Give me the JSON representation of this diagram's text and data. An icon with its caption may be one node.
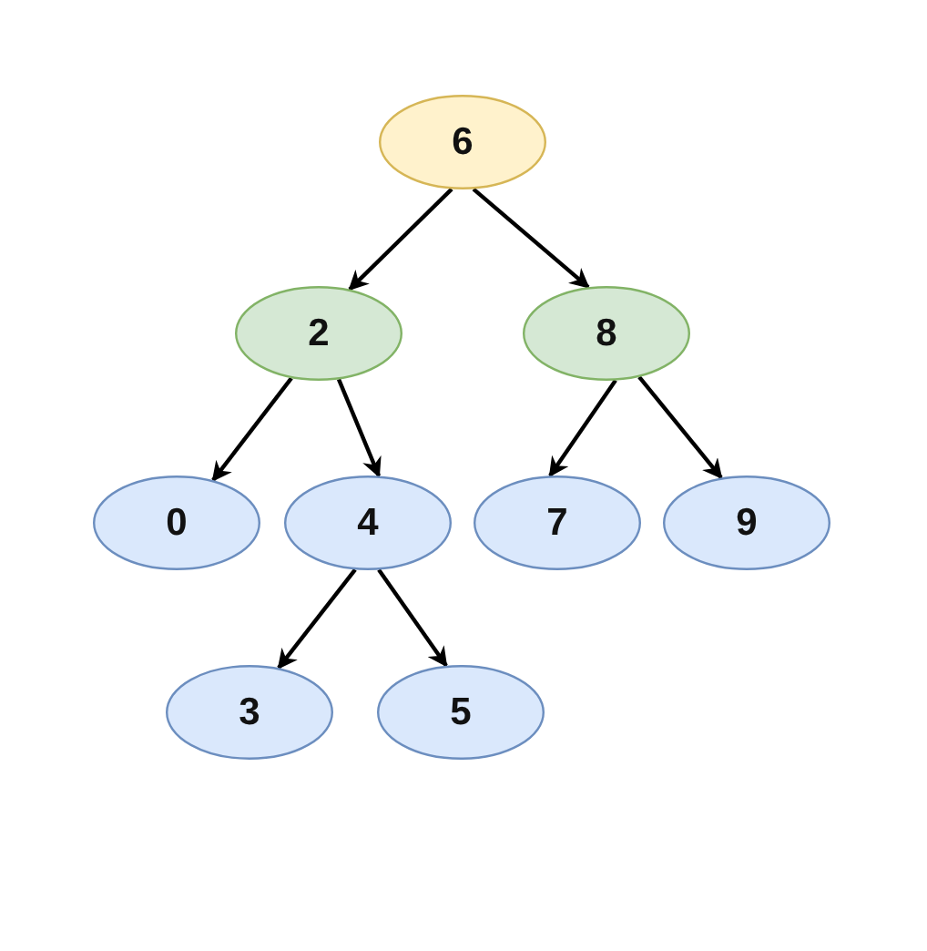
{
  "diagram": {
    "nodes": [
      {
        "text": [
          "6"
        ]
      },
      {
        "text": [
          "2"
        ]
      },
      {
        "text": [
          "8"
        ]
      },
      {
        "text": [
          "0"
        ]
      },
      {
        "text": [
          "4"
        ]
      },
      {
        "text": [
          "7"
        ]
      },
      {
        "text": [
          "9"
        ]
      },
      {
        "text": [
          "3"
        ]
      },
      {
        "text": [
          "5"
        ]
      }
    ],
    "edges": [
      {
        "from": 0,
        "to": 1,
        "arrow": "to"
      },
      {
        "from": 0,
        "to": 2,
        "arrow": "to"
      },
      {
        "from": 1,
        "to": 3,
        "arrow": "to"
      },
      {
        "from": 1,
        "to": 4,
        "arrow": "to"
      },
      {
        "from": 2,
        "to": 5,
        "arrow": "to"
      },
      {
        "from": 2,
        "to": 6,
        "arrow": "to"
      },
      {
        "from": 4,
        "to": 7,
        "arrow": "to"
      },
      {
        "from": 4,
        "to": 8,
        "arrow": "to"
      }
    ]
  }
}
